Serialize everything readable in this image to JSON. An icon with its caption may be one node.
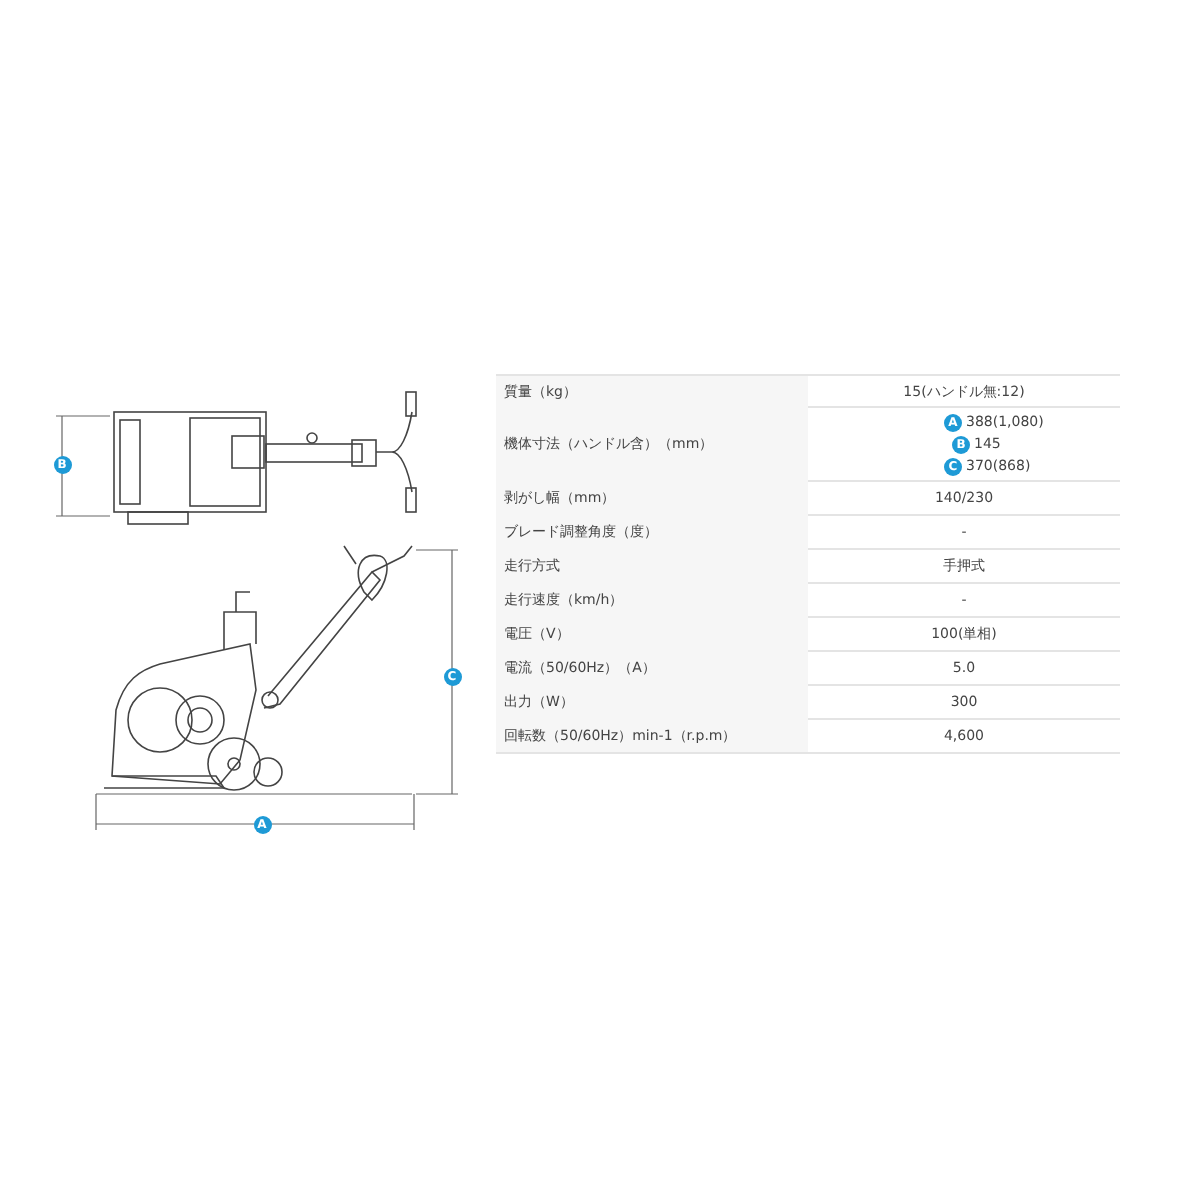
{
  "diagram": {
    "labels": [
      "B",
      "C",
      "A",
      "質量（kg）",
      "15(ハンドル無:12)",
      "機体寸法（ハンドル含）（mm）",
      "A",
      "388(1,080)",
      "B",
      "145",
      "C",
      "370(868)",
      "剥がし幅（mm）",
      "140/230",
      "ブレード調整角度（度）",
      "-",
      "走行方式",
      "手押式",
      "走行速度（km/h）",
      "-",
      "電圧（V）",
      "100(単相)",
      "電流（50/60Hz）（A）",
      "5.0",
      "出力（W）",
      "300",
      "回転数（50/60Hz）min-1（r.p.m）",
      "4,600"
    ]
  }
}
